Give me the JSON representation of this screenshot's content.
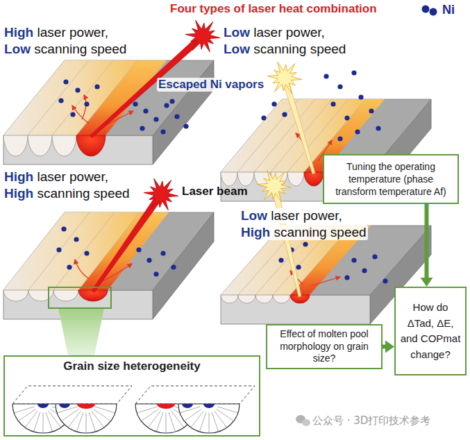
{
  "diagram": {
    "title": "Four types of laser heat combination",
    "nodes": [
      {
        "text": [
          "Tuning the operating temperature (phase transform temperature Af)"
        ]
      },
      {
        "text": [
          "How do ΔTad, ΔE, and COPmat change?"
        ]
      },
      {
        "text": [
          "Effect of molten pool morphology on grain size?"
        ]
      },
      {
        "text": [
          "Grain size heterogeneity"
        ]
      }
    ],
    "edges": [
      {
        "from": 0,
        "to": 1,
        "arrow": "to"
      },
      {
        "from": 2,
        "to": 1,
        "arrow": "to"
      }
    ],
    "labels": [
      "High",
      "laser power,",
      "Low",
      "scanning speed",
      "Low",
      "laser power,",
      "Low",
      "scanning speed",
      "Escaped Ni vapors",
      "High",
      "laser power,",
      "High",
      "scanning speed",
      "Laser beam",
      "Low",
      "laser power,",
      "High",
      "scanning speed",
      "公众号 · 3D打印技术参考"
    ],
    "legend": [
      {
        "text": "Ni"
      }
    ]
  }
}
